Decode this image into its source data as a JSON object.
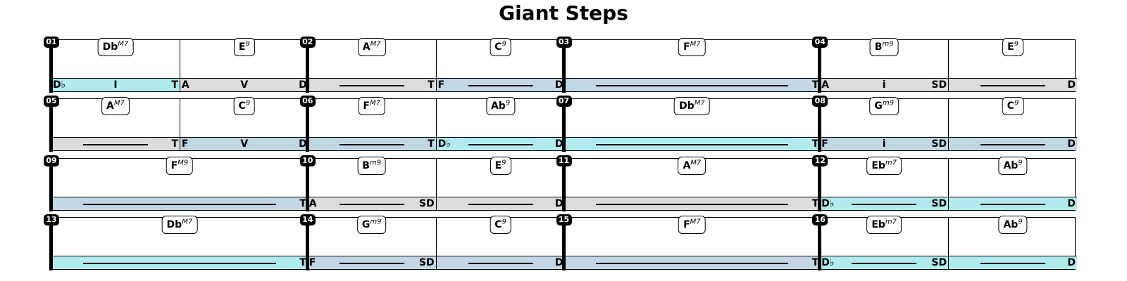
{
  "title": "Giant Steps",
  "colors": {
    "tonic": "#b2ebed",
    "dominant": "#dcdcdc",
    "subdominant": "#c2d6e3"
  },
  "rows": [
    {
      "measures": [
        {
          "num": "01",
          "halves": [
            {
              "chord": {
                "root": "Db",
                "quality": "M7"
              },
              "band": "tonic",
              "start": "D♭",
              "center": "I",
              "end": "T",
              "line": false
            },
            {
              "chord": {
                "root": "E",
                "quality": "9"
              },
              "band": "dominant",
              "start": "A",
              "center": "V",
              "end": "D",
              "line": false
            }
          ]
        },
        {
          "num": "02",
          "halves": [
            {
              "chord": {
                "root": "A",
                "quality": "M7"
              },
              "band": "dominant",
              "start": "",
              "center": "",
              "end": "T",
              "line": true
            },
            {
              "chord": {
                "root": "C",
                "quality": "9"
              },
              "band": "subdominant",
              "start": "F",
              "center": "",
              "end": "D",
              "line": true
            }
          ]
        },
        {
          "num": "03",
          "full": true,
          "halves": [
            {
              "chord": {
                "root": "F",
                "quality": "M7"
              },
              "band": "subdominant",
              "start": "",
              "center": "",
              "end": "T",
              "line": true
            }
          ]
        },
        {
          "num": "04",
          "halves": [
            {
              "chord": {
                "root": "B",
                "quality": "m9"
              },
              "band": "dominant",
              "start": "A",
              "center": "i",
              "end": "SD",
              "line": false
            },
            {
              "chord": {
                "root": "E",
                "quality": "9"
              },
              "band": "dominant",
              "start": "",
              "center": "",
              "end": "D",
              "line": true
            }
          ]
        }
      ]
    },
    {
      "measures": [
        {
          "num": "05",
          "halves": [
            {
              "chord": {
                "root": "A",
                "quality": "M7"
              },
              "band": "dominant",
              "start": "",
              "center": "",
              "end": "T",
              "line": true
            },
            {
              "chord": {
                "root": "C",
                "quality": "9"
              },
              "band": "subdominant",
              "start": "F",
              "center": "V",
              "end": "D",
              "line": false
            }
          ]
        },
        {
          "num": "06",
          "halves": [
            {
              "chord": {
                "root": "F",
                "quality": "M7"
              },
              "band": "subdominant",
              "start": "",
              "center": "",
              "end": "T",
              "line": true
            },
            {
              "chord": {
                "root": "Ab",
                "quality": "9"
              },
              "band": "tonic",
              "start": "D♭",
              "center": "",
              "end": "D",
              "line": true
            }
          ]
        },
        {
          "num": "07",
          "full": true,
          "halves": [
            {
              "chord": {
                "root": "Db",
                "quality": "M7"
              },
              "band": "tonic",
              "start": "",
              "center": "",
              "end": "T",
              "line": true
            }
          ]
        },
        {
          "num": "08",
          "halves": [
            {
              "chord": {
                "root": "G",
                "quality": "m9"
              },
              "band": "subdominant",
              "start": "F",
              "center": "i",
              "end": "SD",
              "line": false
            },
            {
              "chord": {
                "root": "C",
                "quality": "9"
              },
              "band": "subdominant",
              "start": "",
              "center": "",
              "end": "D",
              "line": true
            }
          ]
        }
      ]
    },
    {
      "measures": [
        {
          "num": "09",
          "full": true,
          "halves": [
            {
              "chord": {
                "root": "F",
                "quality": "M9"
              },
              "band": "subdominant",
              "start": "",
              "center": "",
              "end": "T",
              "line": true
            }
          ]
        },
        {
          "num": "10",
          "halves": [
            {
              "chord": {
                "root": "B",
                "quality": "m9"
              },
              "band": "dominant",
              "start": "A",
              "center": "",
              "end": "SD",
              "line": true
            },
            {
              "chord": {
                "root": "E",
                "quality": "9"
              },
              "band": "dominant",
              "start": "",
              "center": "",
              "end": "D",
              "line": true
            }
          ]
        },
        {
          "num": "11",
          "full": true,
          "halves": [
            {
              "chord": {
                "root": "A",
                "quality": "M7"
              },
              "band": "dominant",
              "start": "",
              "center": "",
              "end": "T",
              "line": true
            }
          ]
        },
        {
          "num": "12",
          "halves": [
            {
              "chord": {
                "root": "Eb",
                "quality": "m7"
              },
              "band": "tonic",
              "start": "D♭",
              "center": "",
              "end": "SD",
              "line": true
            },
            {
              "chord": {
                "root": "Ab",
                "quality": "9"
              },
              "band": "tonic",
              "start": "",
              "center": "",
              "end": "D",
              "line": true
            }
          ]
        }
      ]
    },
    {
      "measures": [
        {
          "num": "13",
          "full": true,
          "halves": [
            {
              "chord": {
                "root": "Db",
                "quality": "M7"
              },
              "band": "tonic",
              "start": "",
              "center": "",
              "end": "T",
              "line": true
            }
          ]
        },
        {
          "num": "14",
          "halves": [
            {
              "chord": {
                "root": "G",
                "quality": "m9"
              },
              "band": "subdominant",
              "start": "F",
              "center": "",
              "end": "SD",
              "line": true
            },
            {
              "chord": {
                "root": "C",
                "quality": "9"
              },
              "band": "subdominant",
              "start": "",
              "center": "",
              "end": "D",
              "line": true
            }
          ]
        },
        {
          "num": "15",
          "full": true,
          "halves": [
            {
              "chord": {
                "root": "F",
                "quality": "M7"
              },
              "band": "subdominant",
              "start": "",
              "center": "",
              "end": "T",
              "line": true
            }
          ]
        },
        {
          "num": "16",
          "halves": [
            {
              "chord": {
                "root": "Eb",
                "quality": "m7"
              },
              "band": "tonic",
              "start": "D♭",
              "center": "",
              "end": "SD",
              "line": true
            },
            {
              "chord": {
                "root": "Ab",
                "quality": "9"
              },
              "band": "tonic",
              "start": "",
              "center": "",
              "end": "D",
              "line": true
            }
          ]
        }
      ]
    }
  ]
}
